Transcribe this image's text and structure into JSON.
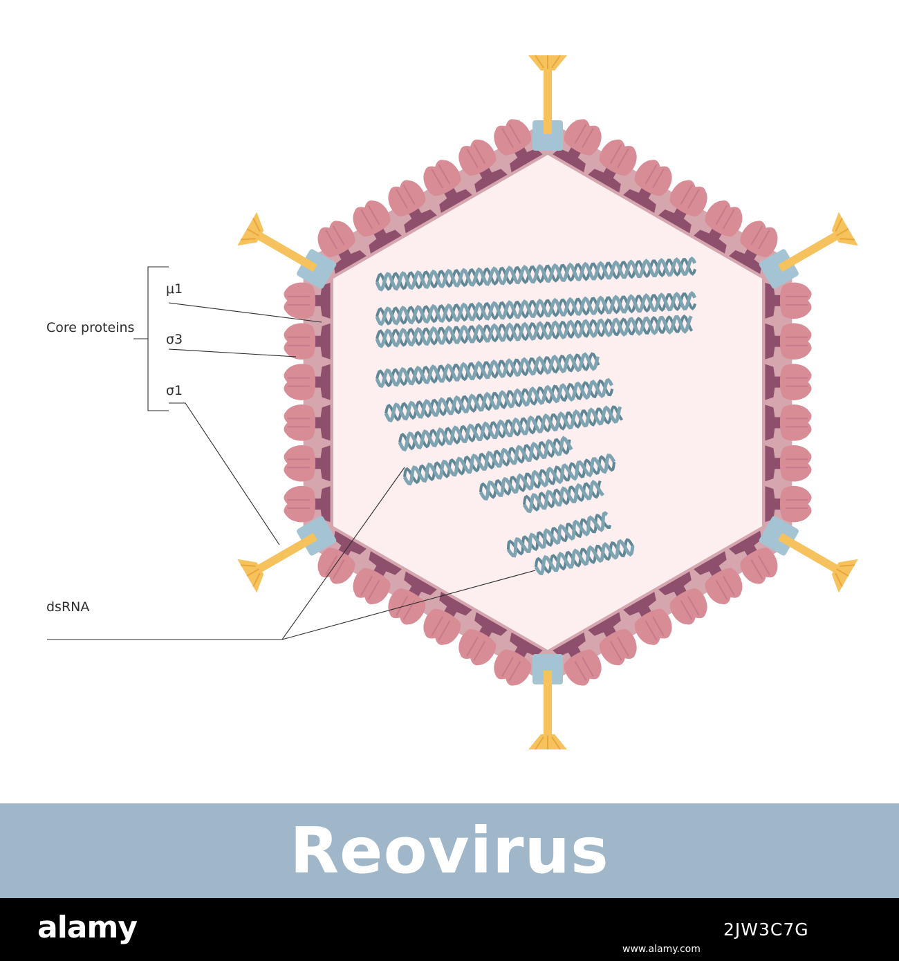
{
  "labels": {
    "core_proteins": "Core proteins",
    "mu1": "μ1",
    "sigma3": "σ3",
    "sigma1": "σ1",
    "dsrna": "dsRNA"
  },
  "title": "Reovirus",
  "footer": {
    "brand": "alamy",
    "image_id": "2JW3C7G",
    "url": "www.alamy.com"
  },
  "colors": {
    "capsid_fill": "#fdeef0",
    "outer_shell": "#d6a6ae",
    "inner_protein": "#8e4f6d",
    "outer_protein": "#d78c96",
    "spike_stalk": "#f5c25e",
    "spike_knob": "#f5c25e",
    "spike_base": "#a4c4d4",
    "rna": "#7ea3b1",
    "title_bar": "#9fb7c9"
  },
  "rna_segments": 11
}
